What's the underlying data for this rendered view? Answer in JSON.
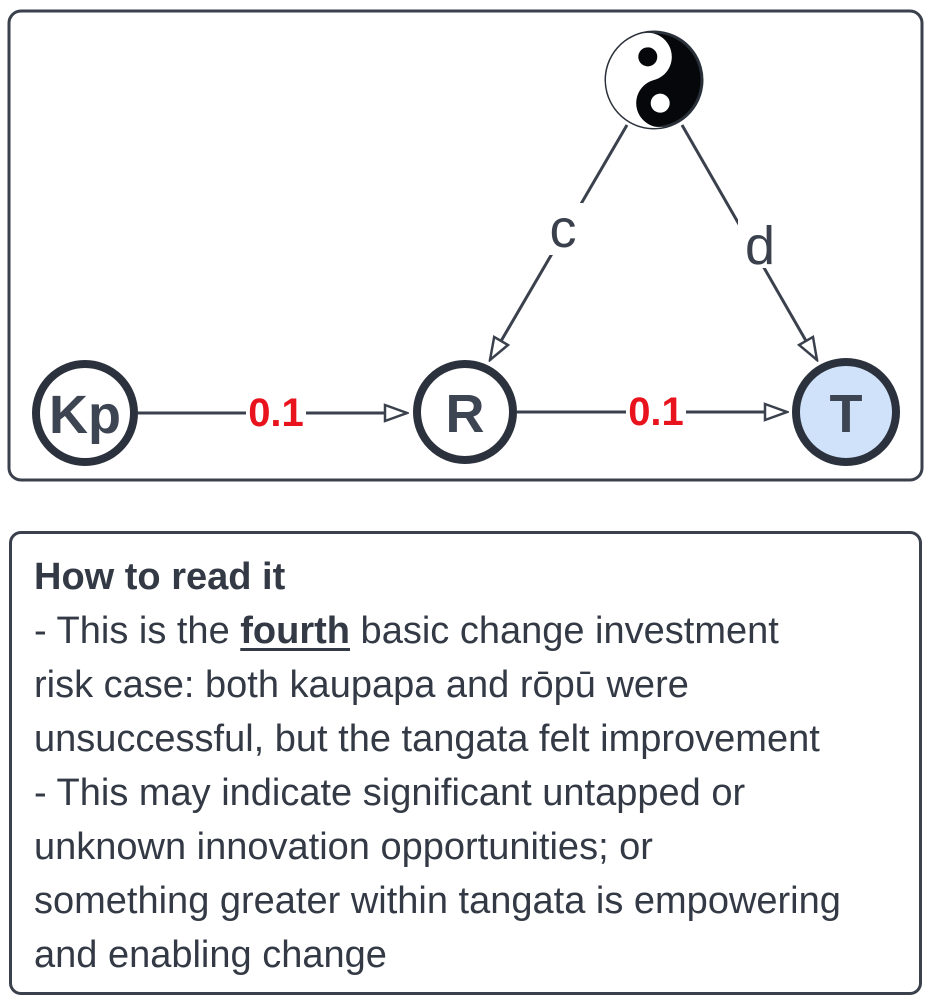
{
  "diagram": {
    "symbol_icon": "yin-yang",
    "nodes": [
      {
        "id": "Kp",
        "label": "Kp",
        "fill": "#ffffff"
      },
      {
        "id": "R",
        "label": "R",
        "fill": "#ffffff"
      },
      {
        "id": "T",
        "label": "T",
        "fill": "#cfe2f9"
      }
    ],
    "edges": [
      {
        "from": "Kp",
        "to": "R",
        "label": "0.1",
        "label_color": "#e8131c"
      },
      {
        "from": "R",
        "to": "T",
        "label": "0.1",
        "label_color": "#e8131c"
      },
      {
        "from": "yin-yang",
        "to": "R",
        "label": "c"
      },
      {
        "from": "yin-yang",
        "to": "T",
        "label": "d"
      }
    ]
  },
  "note": {
    "title": "How to read it",
    "lines": [
      {
        "parts": [
          {
            "text": "- This is the "
          },
          {
            "text": "fourth",
            "bold": true,
            "underline": true
          },
          {
            "text": " basic change investment"
          }
        ]
      },
      {
        "parts": [
          {
            "text": "risk case: both kaupapa and rōpū were"
          }
        ]
      },
      {
        "parts": [
          {
            "text": "unsuccessful, but the tangata felt improvement"
          }
        ]
      },
      {
        "parts": [
          {
            "text": "- This may indicate significant untapped or"
          }
        ]
      },
      {
        "parts": [
          {
            "text": "unknown innovation opportunities; or"
          }
        ]
      },
      {
        "parts": [
          {
            "text": "something greater within tangata is empowering"
          }
        ]
      },
      {
        "parts": [
          {
            "text": "and enabling change"
          }
        ]
      }
    ]
  },
  "colors": {
    "panel_border": "#3a414c",
    "node_stroke": "#2c323d",
    "edge_line": "#3a414d",
    "node_label": "#3d4452",
    "edge_label_red": "#e8131c",
    "tangata_node_fill": "#cfe2f9",
    "body_text": "#333a45"
  }
}
